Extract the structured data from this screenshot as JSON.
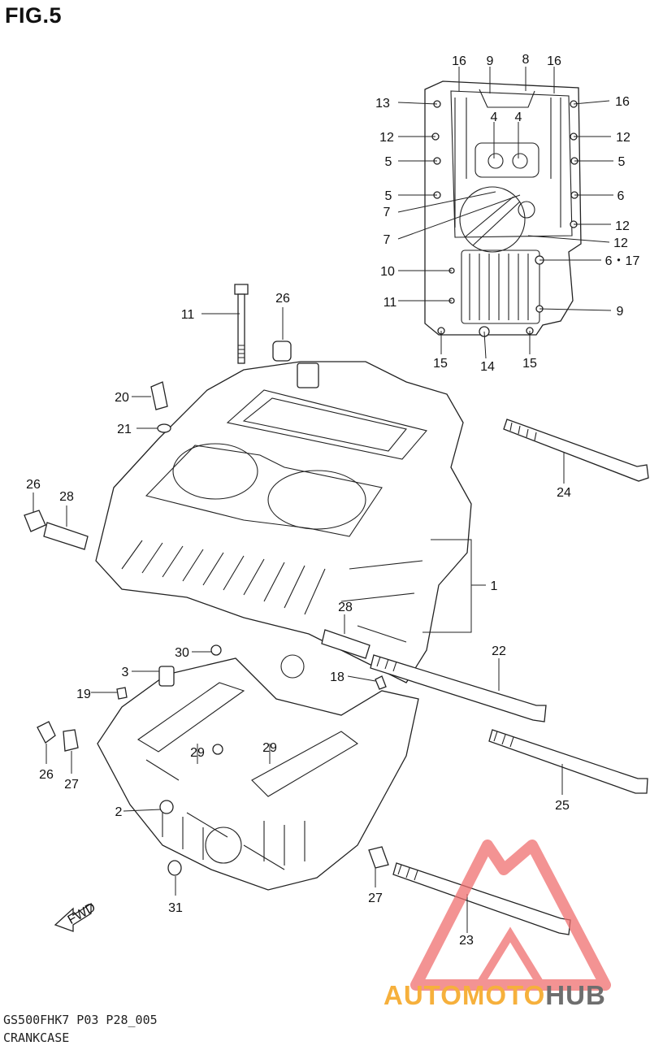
{
  "figure": {
    "title": "FIG.5"
  },
  "footer": {
    "code": "GS500FHK7 P03 P28_005",
    "name": "CRANKCASE"
  },
  "fwd_arrow": {
    "label": "FWD"
  },
  "watermark": {
    "part1": "AUTOMOTO",
    "part2": "HUB",
    "color_primary": "#f6b03c",
    "color_secondary": "#6e6e6e",
    "logo_color": "#f07070"
  },
  "callouts": {
    "inset": [
      {
        "id": "16a",
        "text": "16"
      },
      {
        "id": "9a",
        "text": "9"
      },
      {
        "id": "8",
        "text": "8"
      },
      {
        "id": "16b",
        "text": "16"
      },
      {
        "id": "13",
        "text": "13"
      },
      {
        "id": "16c",
        "text": "16"
      },
      {
        "id": "4a",
        "text": "4"
      },
      {
        "id": "4b",
        "text": "4"
      },
      {
        "id": "12a",
        "text": "12"
      },
      {
        "id": "12b",
        "text": "12"
      },
      {
        "id": "5a",
        "text": "5"
      },
      {
        "id": "5b",
        "text": "5"
      },
      {
        "id": "5c",
        "text": "5"
      },
      {
        "id": "6",
        "text": "6"
      },
      {
        "id": "7a",
        "text": "7"
      },
      {
        "id": "12c",
        "text": "12"
      },
      {
        "id": "7b",
        "text": "7"
      },
      {
        "id": "12d",
        "text": "12"
      },
      {
        "id": "10",
        "text": "10"
      },
      {
        "id": "617",
        "text": "6・17"
      },
      {
        "id": "11a",
        "text": "11"
      },
      {
        "id": "9b",
        "text": "9"
      },
      {
        "id": "15a",
        "text": "15"
      },
      {
        "id": "14",
        "text": "14"
      },
      {
        "id": "15b",
        "text": "15"
      }
    ],
    "main": [
      {
        "id": "26a",
        "text": "26"
      },
      {
        "id": "11b",
        "text": "11"
      },
      {
        "id": "20",
        "text": "20"
      },
      {
        "id": "21",
        "text": "21"
      },
      {
        "id": "24",
        "text": "24"
      },
      {
        "id": "26b",
        "text": "26"
      },
      {
        "id": "28a",
        "text": "28"
      },
      {
        "id": "1",
        "text": "1"
      },
      {
        "id": "28b",
        "text": "28"
      },
      {
        "id": "30",
        "text": "30"
      },
      {
        "id": "22",
        "text": "22"
      },
      {
        "id": "3",
        "text": "3"
      },
      {
        "id": "18",
        "text": "18"
      },
      {
        "id": "19",
        "text": "19"
      },
      {
        "id": "29a",
        "text": "29"
      },
      {
        "id": "29b",
        "text": "29"
      },
      {
        "id": "26c",
        "text": "26"
      },
      {
        "id": "27a",
        "text": "27"
      },
      {
        "id": "2",
        "text": "2"
      },
      {
        "id": "25",
        "text": "25"
      },
      {
        "id": "27b",
        "text": "27"
      },
      {
        "id": "31",
        "text": "31"
      },
      {
        "id": "23",
        "text": "23"
      }
    ]
  }
}
